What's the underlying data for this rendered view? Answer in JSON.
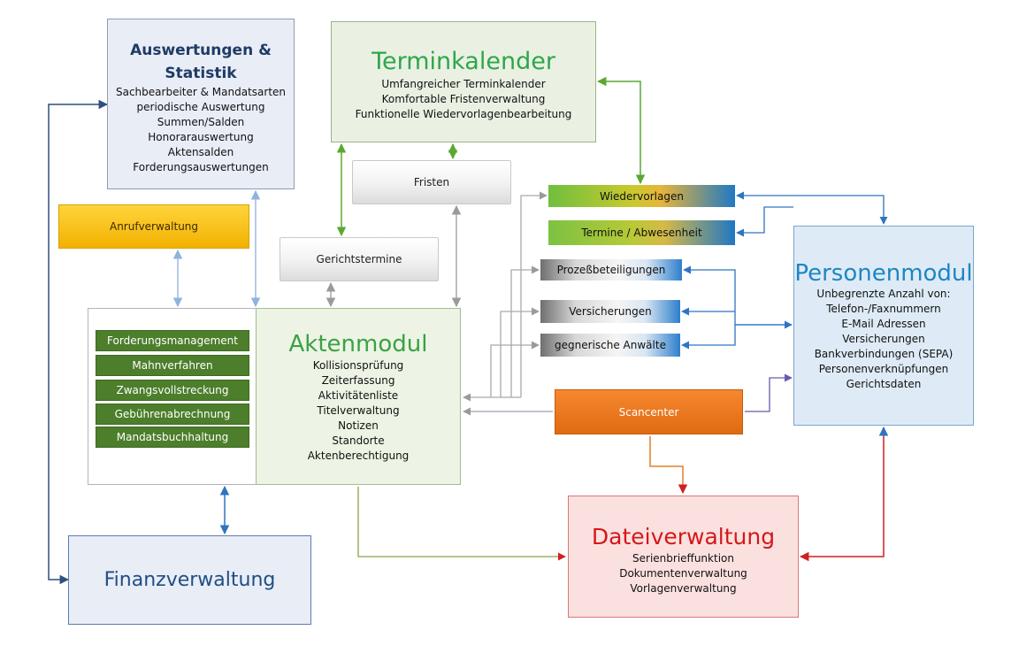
{
  "auswertungen": {
    "title_line1": "Auswertungen &",
    "title_line2": "Statistik",
    "items": [
      "Sachbearbeiter & Mandatsarten",
      "periodische  Auswertung",
      "Summen/Salden",
      "Honorarauswertung",
      "Aktensalden",
      "Forderungsauswertungen"
    ]
  },
  "terminkalender": {
    "title": "Terminkalender",
    "items": [
      "Umfangreicher Terminkalender",
      "Komfortable Fristenverwaltung",
      "Funktionelle  Wiedervorlagenbearbeitung"
    ]
  },
  "fristen": "Fristen",
  "gerichtstermine": "Gerichtstermine",
  "anrufverwaltung": "Anrufverwaltung",
  "wiedervorlagen": "Wiedervorlagen",
  "termine_abwesenheit": "Termine / Abwesenheit",
  "prozessbeteiligungen": "Prozeßbeteiligungen",
  "versicherungen": "Versicherungen",
  "gegnerische_anwaelte": "gegnerische Anwälte",
  "aktenmodul": {
    "title": "Aktenmodul",
    "items": [
      "Kollisionsprüfung",
      "Zeiterfassung",
      "Aktivitätenliste",
      "Titelverwaltung",
      "Notizen",
      "Standorte",
      "Aktenberechtigung"
    ],
    "sub_modules": [
      "Forderungsmanagement",
      "Mahnverfahren",
      "Zwangsvollstreckung",
      "Gebührenabrechnung",
      "Mandatsbuchhaltung"
    ]
  },
  "personenmodul": {
    "title": "Personenmodul",
    "items": [
      "Unbegrenzte Anzahl von:",
      "Telefon-/Faxnummern",
      "E-Mail Adressen",
      "Versicherungen",
      "Bankverbindungen (SEPA)",
      "Personenverknüpfungen",
      "Gerichtsdaten"
    ]
  },
  "scancenter": "Scancenter",
  "dateiverwaltung": {
    "title": "Dateiverwaltung",
    "items": [
      "Serienbrieffunktion",
      "Dokumentenverwaltung",
      "Vorlagenverwaltung"
    ]
  },
  "finanzverwaltung": "Finanzverwaltung",
  "colors": {
    "dark_blue": "#2f4f7f",
    "light_blue": "#a9c4e4",
    "green": "#5aa832",
    "gray": "#a9a9a9",
    "red": "#d21f1f",
    "orange": "#e0812a",
    "purple": "#6a4fa0"
  }
}
